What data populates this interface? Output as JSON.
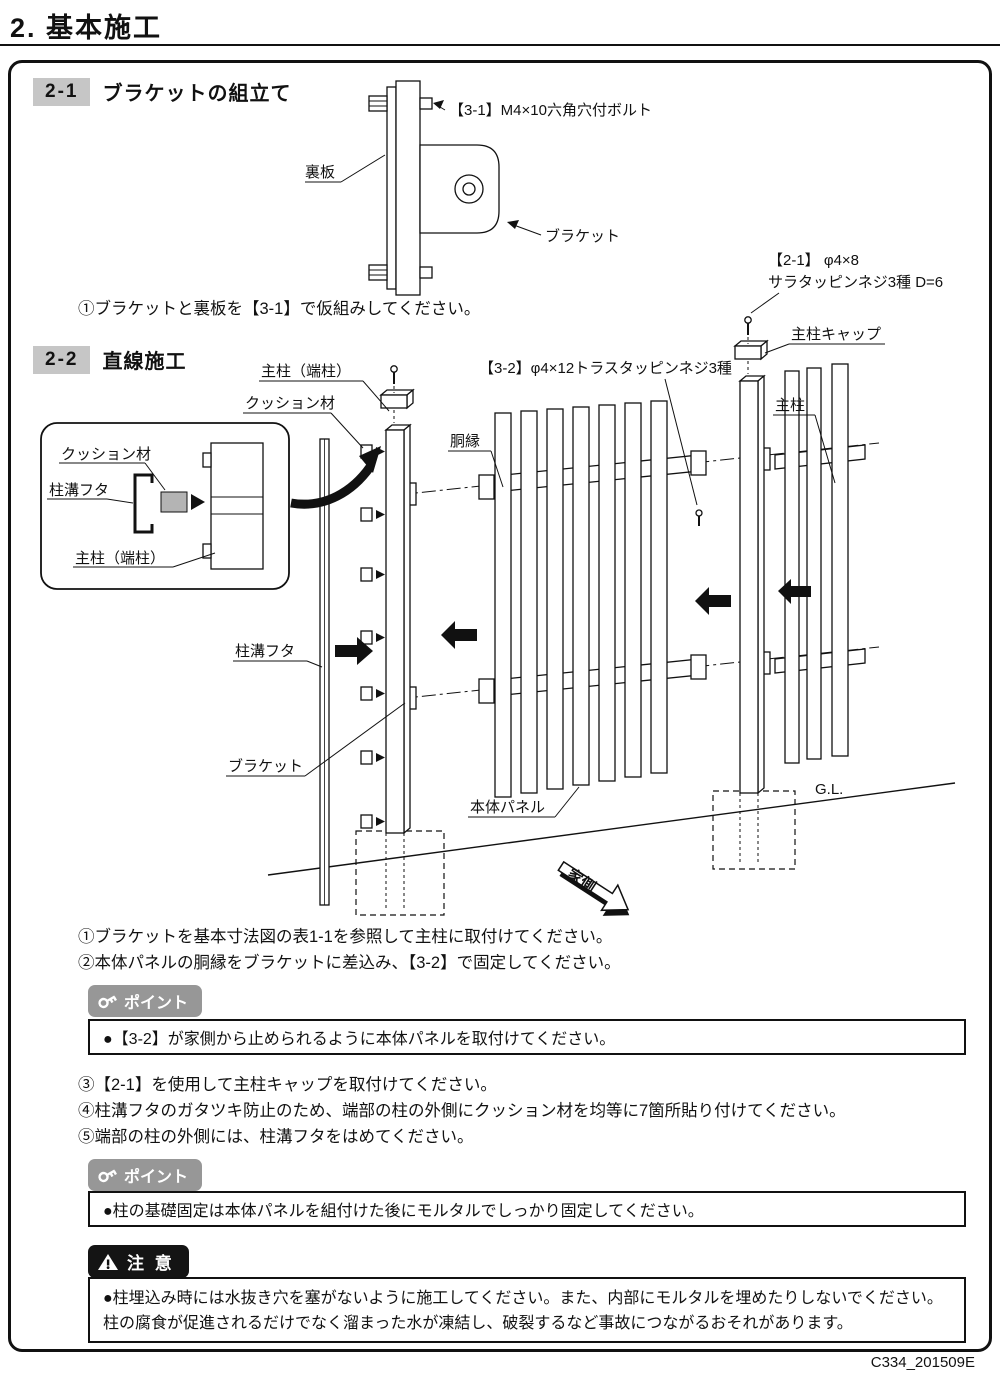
{
  "page": {
    "title": "2. 基本施工",
    "doc_code": "C334_201509E"
  },
  "section1": {
    "badge": "2-1",
    "heading": "ブラケットの組立て",
    "diagram": {
      "bolt_label": "【3-1】M4×10六角穴付ボルト",
      "backplate_label": "裏板",
      "bracket_label": "ブラケット"
    },
    "steps": [
      "①ブラケットと裏板を【3-1】で仮組みしてください。"
    ]
  },
  "section2": {
    "badge": "2-2",
    "heading": "直線施工",
    "diagram": {
      "screw21_label_1": "【2-1】 φ4×8",
      "screw21_label_2": "サラタッピンネジ3種 D=6",
      "post_cap_label": "主柱キャップ",
      "end_post_label": "主柱（端柱）",
      "cushion_label": "クッション材",
      "screw32_label": "【3-2】φ4×12トラスタッピンネジ3種",
      "main_post_label": "主柱",
      "rail_label": "胴縁",
      "groove_cover_label": "柱溝フタ",
      "bracket_label": "ブラケット",
      "panel_label": "本体パネル",
      "ground_line_label": "G.L.",
      "house_side_label": "家側",
      "inset": {
        "cushion_label": "クッション材",
        "groove_cover_label": "柱溝フタ",
        "end_post_label": "主柱（端柱）"
      }
    },
    "steps_a": [
      "①ブラケットを基本寸法図の表1-1を参照して主柱に取付けてください。",
      "②本体パネルの胴縁をブラケットに差込み、【3-2】で固定してください。"
    ],
    "point1": {
      "tag": "ポイント",
      "text": "●【3-2】が家側から止められるように本体パネルを取付けてください。"
    },
    "steps_b": [
      "③【2-1】を使用して主柱キャップを取付けてください。",
      "④柱溝フタのガタツキ防止のため、端部の柱の外側にクッション材を均等に7箇所貼り付けてください。",
      "⑤端部の柱の外側には、柱溝フタをはめてください。"
    ],
    "point2": {
      "tag": "ポイント",
      "text": "●柱の基礎固定は本体パネルを組付けた後にモルタルでしっかり固定してください。"
    },
    "caution": {
      "tag": "注 意",
      "text": "●柱埋込み時には水抜き穴を塞がないように施工してください。また、内部にモルタルを埋めたりしないでください。柱の腐食が促進されるだけでなく溜まった水が凍結し、破裂するなど事故につながるおそれがあります。"
    }
  },
  "colors": {
    "badge_bg": "#c6c6c6",
    "point_tag_bg": "#979797",
    "caution_tag_bg": "#141414",
    "cushion_fill": "#b4b4b4"
  }
}
